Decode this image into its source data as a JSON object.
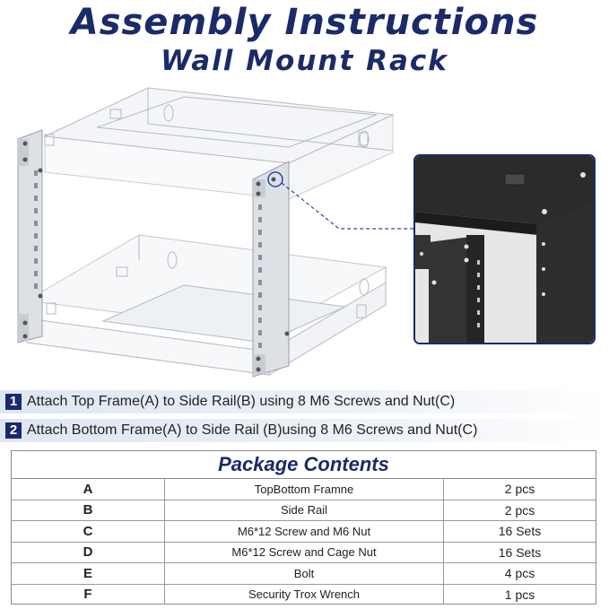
{
  "title": "Assembly Instructions",
  "subtitle": "Wall Mount Rack",
  "steps": [
    {
      "number": "1",
      "text": "Attach Top Frame(A) to Side Rail(B) using 8 M6 Screws and Nut(C)"
    },
    {
      "number": "2",
      "text": "Attach Bottom Frame(A) to Side Rail (B)using 8 M6 Screws and Nut(C)"
    }
  ],
  "package": {
    "title": "Package Contents",
    "rows": [
      {
        "letter": "A",
        "item": "TopBottom Framne",
        "qty": "2 pcs"
      },
      {
        "letter": "B",
        "item": "Side Rail",
        "qty": "2 pcs"
      },
      {
        "letter": "C",
        "item": "M6*12 Screw and M6 Nut",
        "qty": "16 Sets"
      },
      {
        "letter": "D",
        "item": "M6*12 Screw and Cage Nut",
        "qty": "16 Sets"
      },
      {
        "letter": "E",
        "item": "Bolt",
        "qty": "4 pcs"
      },
      {
        "letter": "F",
        "item": "Security Trox Wrench",
        "qty": "1 pcs"
      }
    ]
  },
  "colors": {
    "brand_navy": "#1b2a68",
    "rack_black": "#2a2a2a"
  }
}
